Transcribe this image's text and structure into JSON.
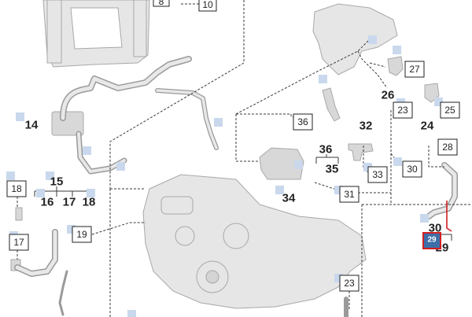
{
  "diagram": {
    "colors": {
      "part_fill": "#e6e6e6",
      "part_stroke": "#a8a8a8",
      "leader": "#3a3a3a",
      "marker": "#c9d8ec",
      "highlight_box": "#3d6ea8",
      "highlight_line": "#d21f1f"
    },
    "boxed_labels": {
      "l8": "8",
      "l10": "10",
      "l27": "27",
      "l23a": "23",
      "l25": "25",
      "l36": "36",
      "l28": "28",
      "l33": "33",
      "l30": "30",
      "l31": "31",
      "l18": "18",
      "l19": "19",
      "l17": "17",
      "l23b": "23"
    },
    "plain_labels": {
      "p26": "26",
      "p24": "24",
      "p32": "32",
      "p14": "14",
      "p36": "36",
      "p35": "35",
      "p34": "34",
      "p15": "15",
      "p16": "16",
      "p17": "17",
      "p18": "18",
      "p30": "30",
      "p29": "29"
    },
    "selected_label": "29"
  }
}
